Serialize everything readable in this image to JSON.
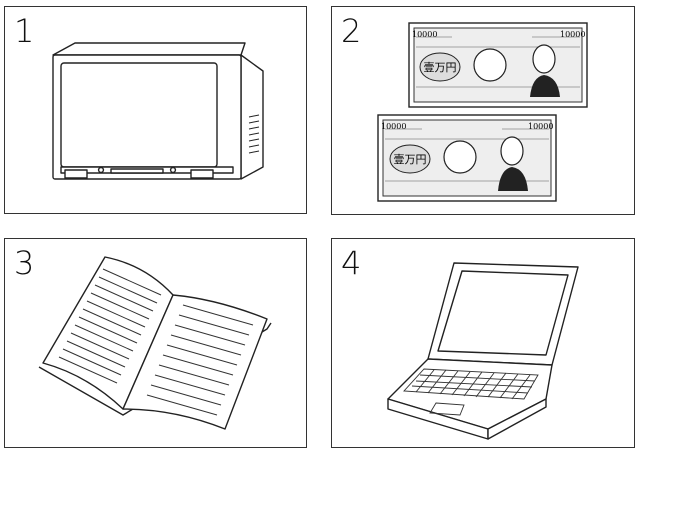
{
  "panels": [
    {
      "number": "1",
      "icon": "television-icon"
    },
    {
      "number": "2",
      "icon": "banknotes-icon",
      "banknote_value": "10000",
      "banknote_text": "壹万円"
    },
    {
      "number": "3",
      "icon": "open-book-icon"
    },
    {
      "number": "4",
      "icon": "laptop-icon"
    }
  ]
}
